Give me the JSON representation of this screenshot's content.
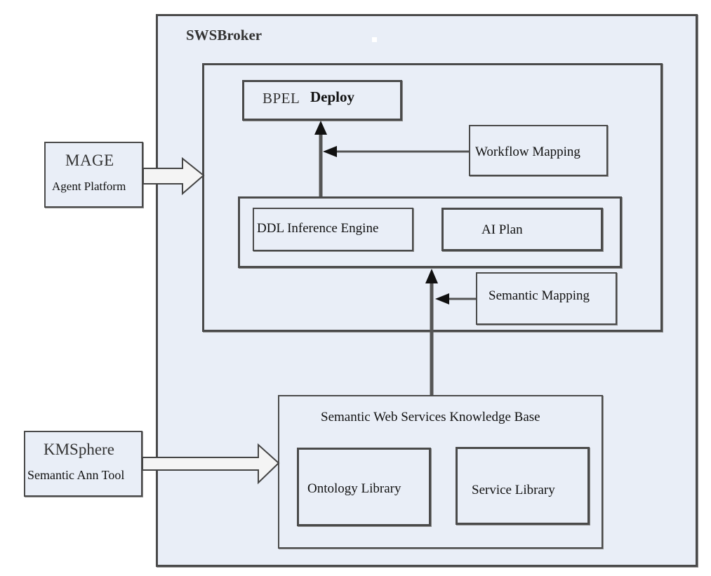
{
  "broker": {
    "title": "SWSBroker",
    "bpel_prefix": "BPEL",
    "bpel_deploy": "Deploy",
    "workflow_mapping": "Workflow Mapping",
    "ddl_engine": "DDL Inference Engine",
    "ai_plan": "AI Plan",
    "semantic_mapping": "Semantic Mapping"
  },
  "mage": {
    "title": "MAGE",
    "subtitle": "Agent Platform"
  },
  "kmsphere": {
    "title": "KMSphere",
    "subtitle": "Semantic Ann Tool"
  },
  "knowledge_base": {
    "title": "Semantic Web Services Knowledge Base",
    "ontology_library": "Ontology Library",
    "service_library": "Service Library"
  },
  "colors": {
    "box_fill": "#e9eef7",
    "border": "#4a4a4a"
  }
}
